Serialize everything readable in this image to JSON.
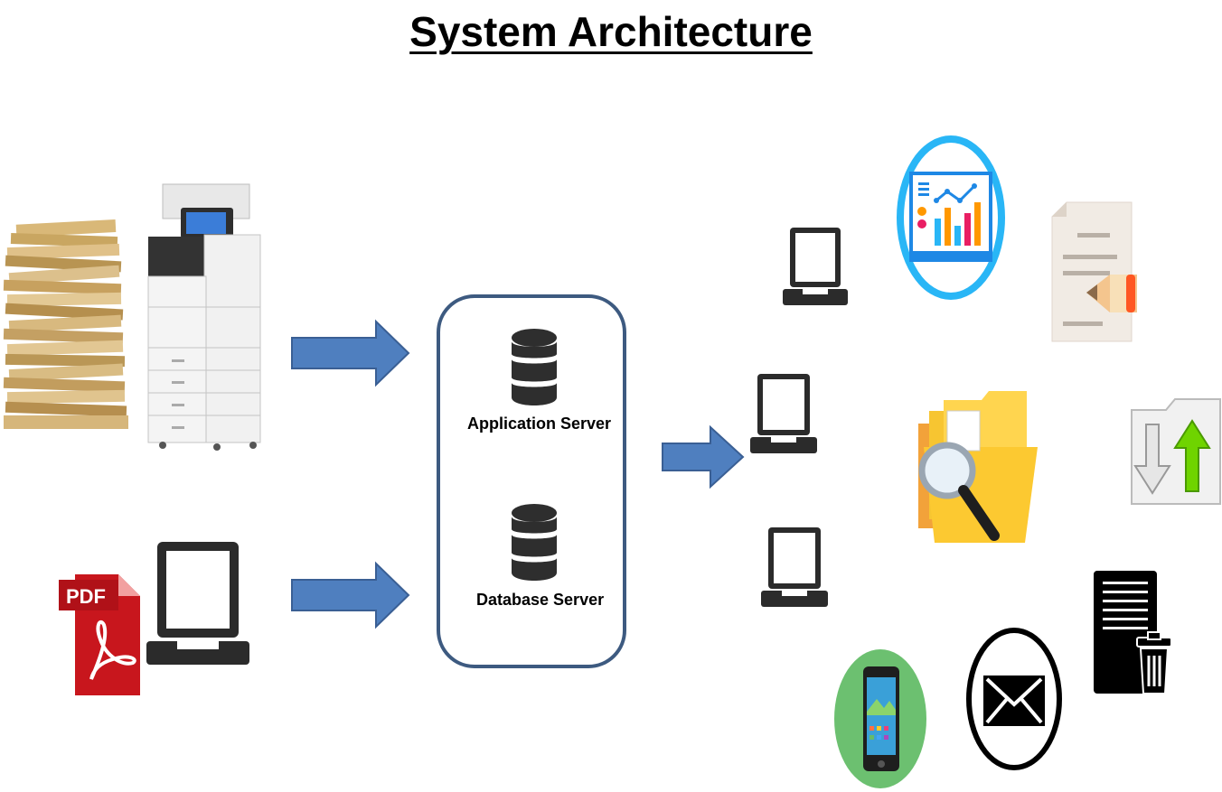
{
  "title": "System Architecture",
  "servers": {
    "application": "Application Server",
    "database": "Database Server"
  },
  "inputs": {
    "pdf_label": "PDF"
  },
  "icons": [
    "paper-stack-icon",
    "printer-scanner-icon",
    "pdf-file-icon",
    "laptop-icon",
    "arrow-right-icon",
    "database-icon",
    "analytics-dashboard-icon",
    "document-edit-icon",
    "folder-search-icon",
    "upload-download-icon",
    "mobile-phone-icon",
    "email-icon",
    "delete-file-icon"
  ],
  "colors": {
    "arrow_fill": "#4f7fbf",
    "arrow_stroke": "#3a5f94",
    "server_border": "#3d5a80",
    "laptop": "#2b2b2b",
    "pdf_red": "#c8161d",
    "analytics_ring": "#29b6f6",
    "phone_circle": "#6cc070",
    "folder_yellow": "#f7c531",
    "upload_green": "#6fd400"
  }
}
